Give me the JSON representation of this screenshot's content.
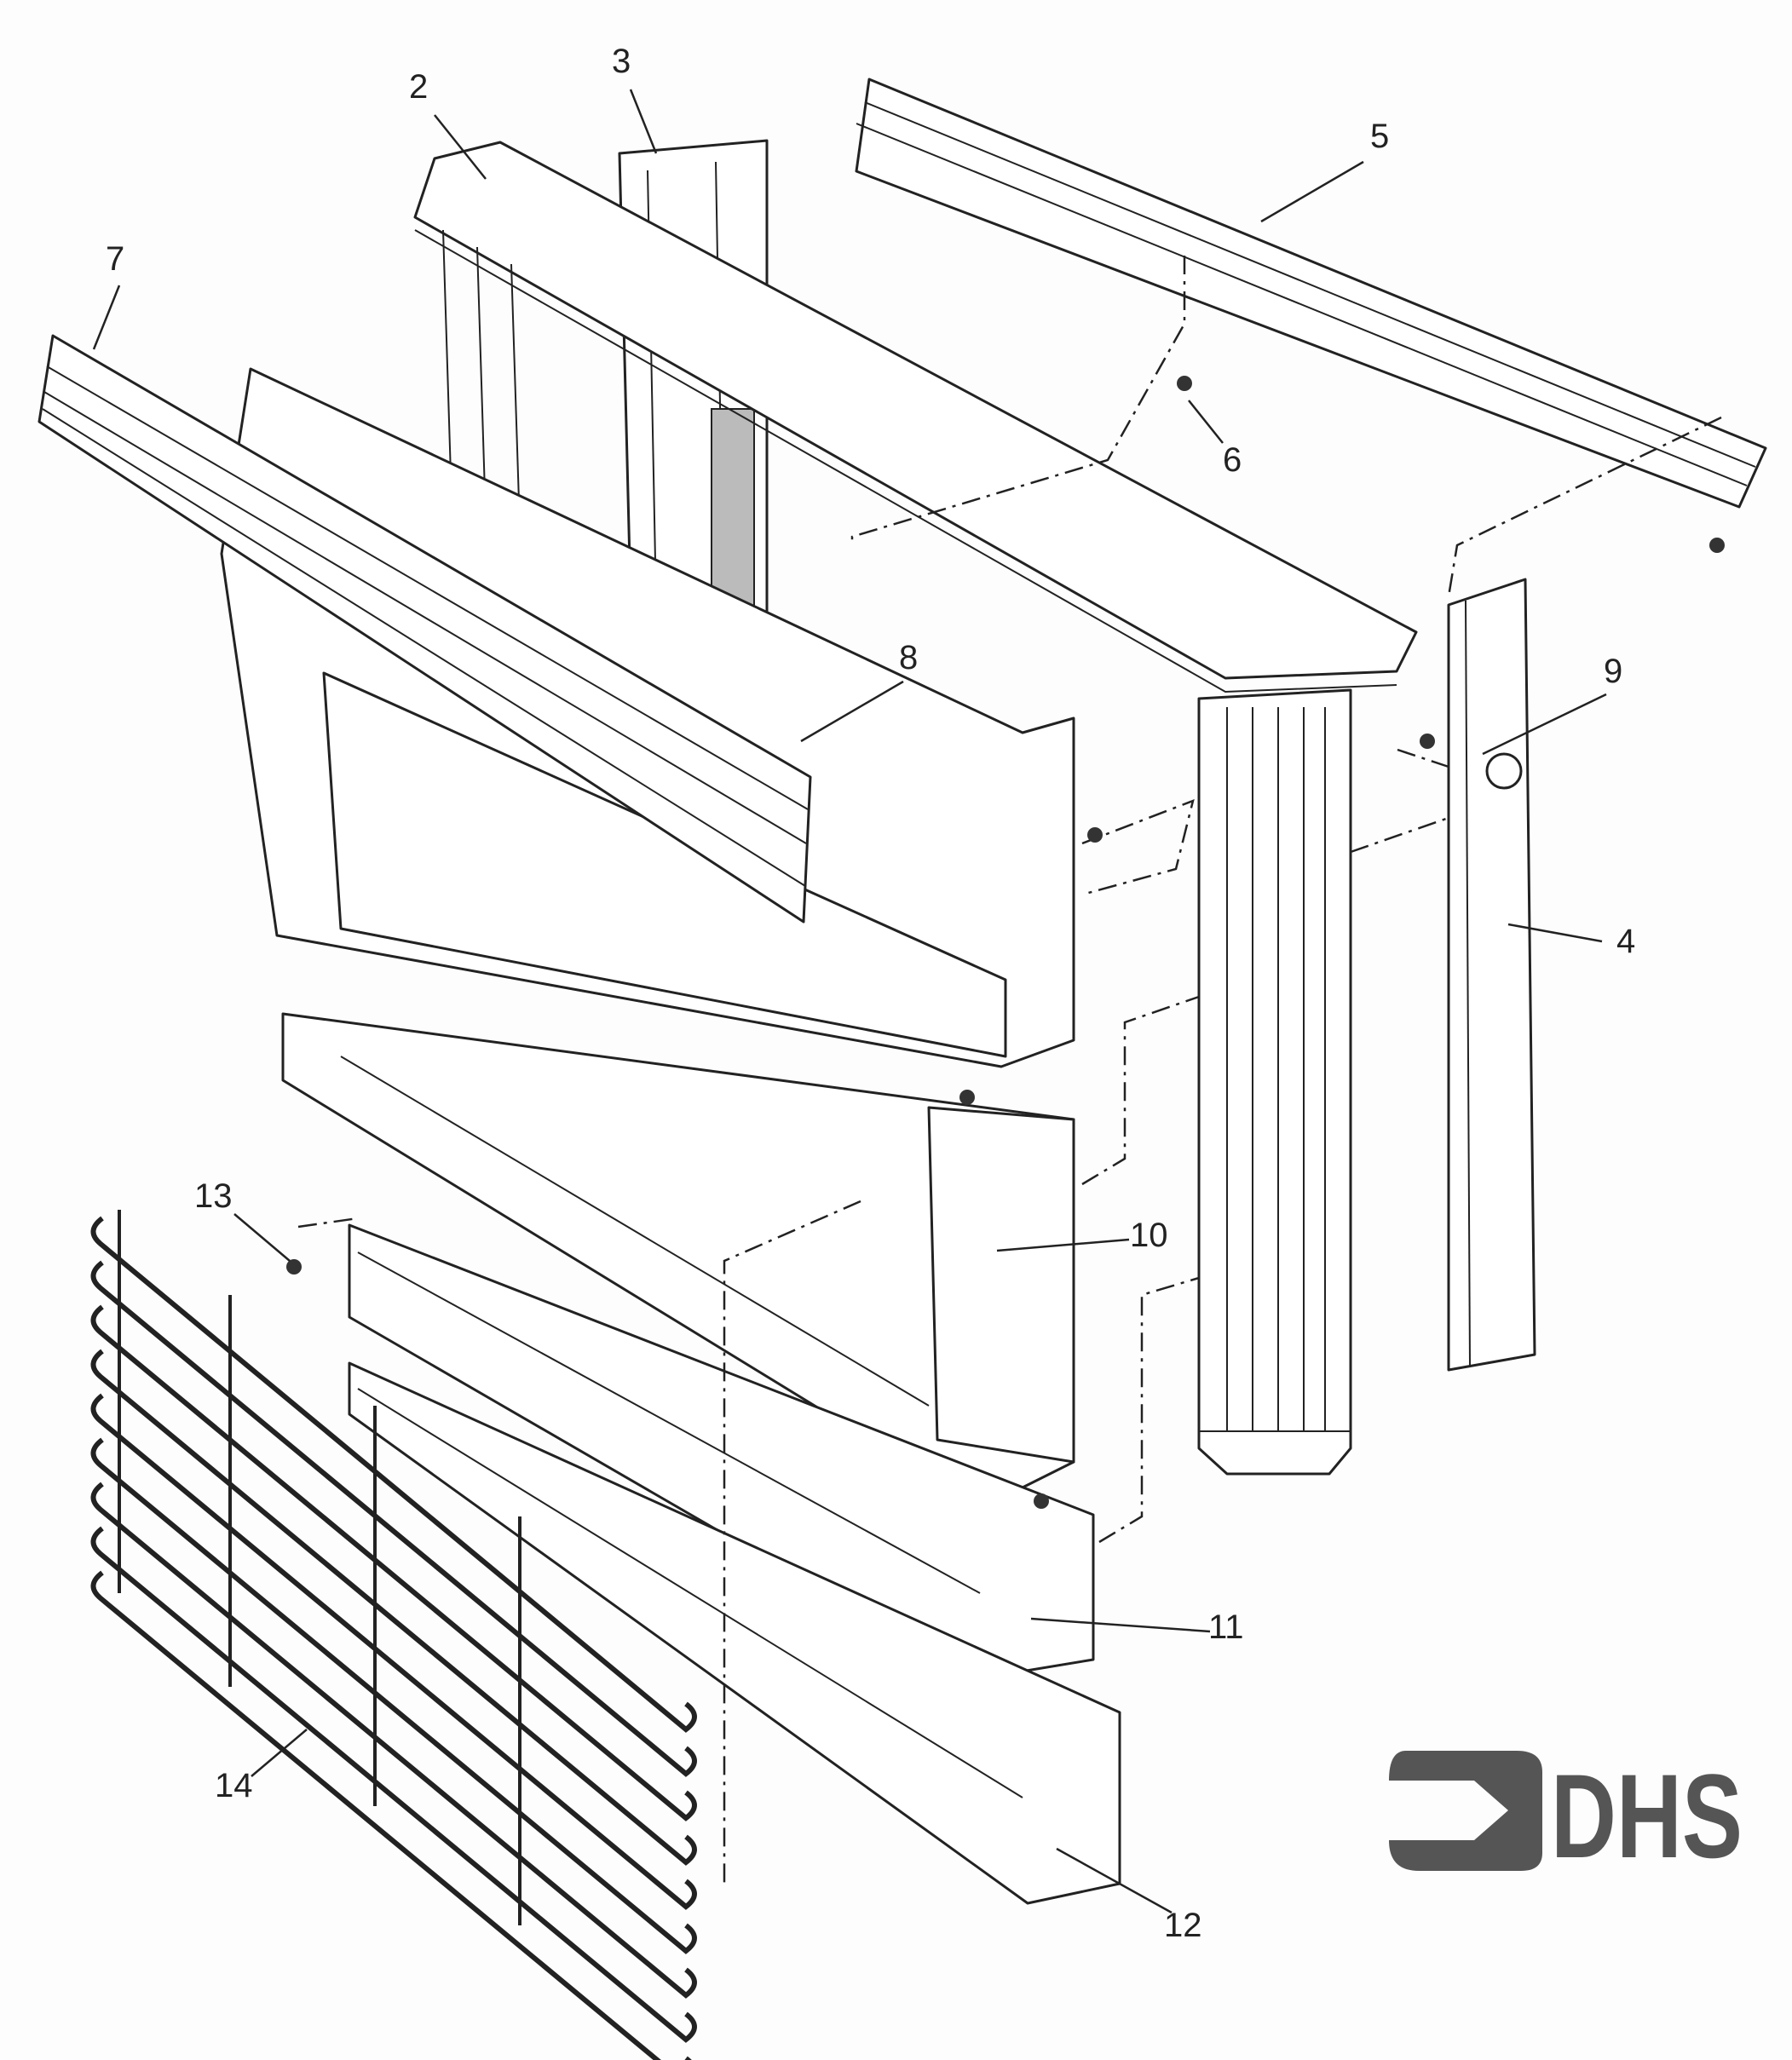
{
  "diagram": {
    "callouts": [
      "2",
      "3",
      "4",
      "5",
      "6",
      "7",
      "8",
      "9",
      "10",
      "11",
      "12",
      "13",
      "14"
    ]
  },
  "logo": {
    "text": "DHS",
    "color": "#555555"
  }
}
